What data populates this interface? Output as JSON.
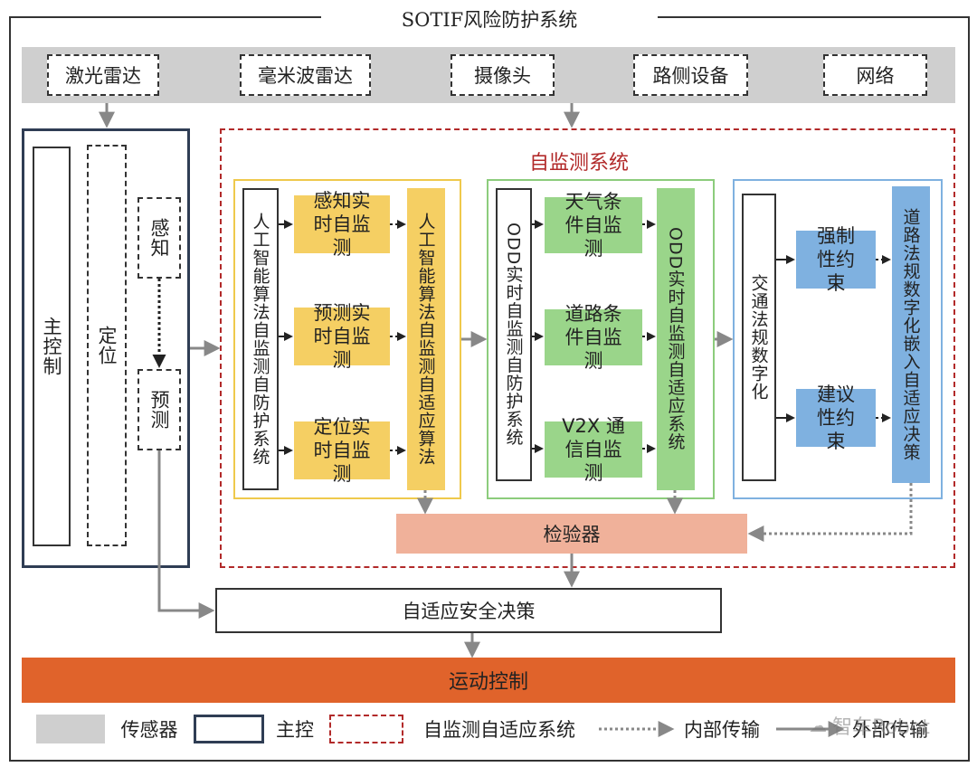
{
  "title": "SOTIF风险防护系统",
  "sensors": [
    "激光雷达",
    "毫米波雷达",
    "摄像头",
    "路侧设备",
    "网络"
  ],
  "main_control": {
    "label": "主控制",
    "positioning": "定位",
    "perception": "感知",
    "prediction": "预测"
  },
  "self_monitor": {
    "title": "自监测系统",
    "ai_group": {
      "side_label": "人工智能算法自监测自防护系统",
      "items": [
        "感知实时自监测",
        "预测实时自监测",
        "定位实时自监测"
      ],
      "adaptive": "人工智能算法自监测自适应算法"
    },
    "odd_group": {
      "side_label": "ODD实时自监测自防护系统",
      "items": [
        "天气条件自监测",
        "道路条件自监测",
        "V2X 通信自监测"
      ],
      "adaptive": "ODD实时自监测自适应系统"
    },
    "law_group": {
      "side_label": "交通法规数字化",
      "items": [
        "强制性约束",
        "建议性约束"
      ],
      "adaptive": "道路法规数字化嵌入自适应决策"
    },
    "checker": "检验器"
  },
  "adaptive_decision": "自适应安全决策",
  "motion_control": "运动控制",
  "legend": {
    "sensor": "传感器",
    "main": "主控",
    "self": "自监测自适应系统",
    "internal": "内部传输",
    "external": "外部传输"
  },
  "watermark": "智车Robot",
  "colors": {
    "sensor_band": "#cfcfcf",
    "red_dash": "#b22a2a",
    "navy": "#2f3d54",
    "yellow": "#f5cf63",
    "green": "#9ad58a",
    "blue": "#7fb1e0",
    "checker": "#f0b19a",
    "motion": "#e0632b"
  }
}
